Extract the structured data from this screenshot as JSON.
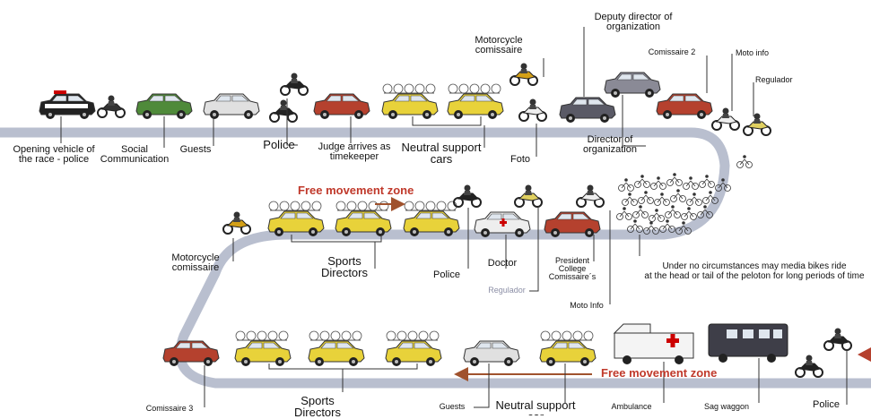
{
  "colors": {
    "road": "#b9bfcf",
    "zone_text": "#c0392b",
    "leader": "#333333",
    "car_red": "#b5412e",
    "car_yellow": "#e8d23a",
    "car_white": "#e8e8e8",
    "car_green": "#4f8a3a",
    "car_dark": "#4a4a55",
    "car_grey": "#8a8a90"
  },
  "labels": {
    "opening_vehicle": [
      "Opening vehicle of",
      "the race - police"
    ],
    "social_communication": [
      "Social",
      "Communication"
    ],
    "guests_top": "Guests",
    "police_top": "Police",
    "judge": [
      "Judge arrives as",
      "timekeeper"
    ],
    "neutral_support_top": [
      "Neutral support",
      "cars"
    ],
    "motorcycle_comissaire_top": [
      "Motorcycle",
      "comissaire"
    ],
    "foto": "Foto",
    "deputy_director": [
      "Deputy director of",
      "organization"
    ],
    "director": [
      "Director of",
      "organization"
    ],
    "comissaire_2": "Comissaire 2",
    "moto_info_top": "Moto info",
    "regulador_top": "Regulador",
    "free_zone_middle": "Free movement zone",
    "motorcycle_comissaire_mid": [
      "Motorcycle",
      "comissaire"
    ],
    "sports_directors_mid": [
      "Sports",
      "Directors"
    ],
    "police_mid": "Police",
    "doctor": "Doctor",
    "regulador_mid": "Regulador",
    "president_college": [
      "President",
      "College",
      "Comissaire´s"
    ],
    "moto_info_mid": "Moto Info",
    "peloton_note": [
      "Under no circumstances may media bikes ride",
      "at the head or tail of the peloton for long periods of time"
    ],
    "comissaire_3": "Comissaire 3",
    "sports_directors_bottom": [
      "Sports",
      "Directors"
    ],
    "guests_bottom": "Guests",
    "neutral_support_bottom": [
      "Neutral support",
      "car"
    ],
    "ambulance": "Ambulance",
    "sag_waggon": "Sag waggon",
    "police_bottom": "Police",
    "free_zone_bottom": "Free movement zone"
  }
}
